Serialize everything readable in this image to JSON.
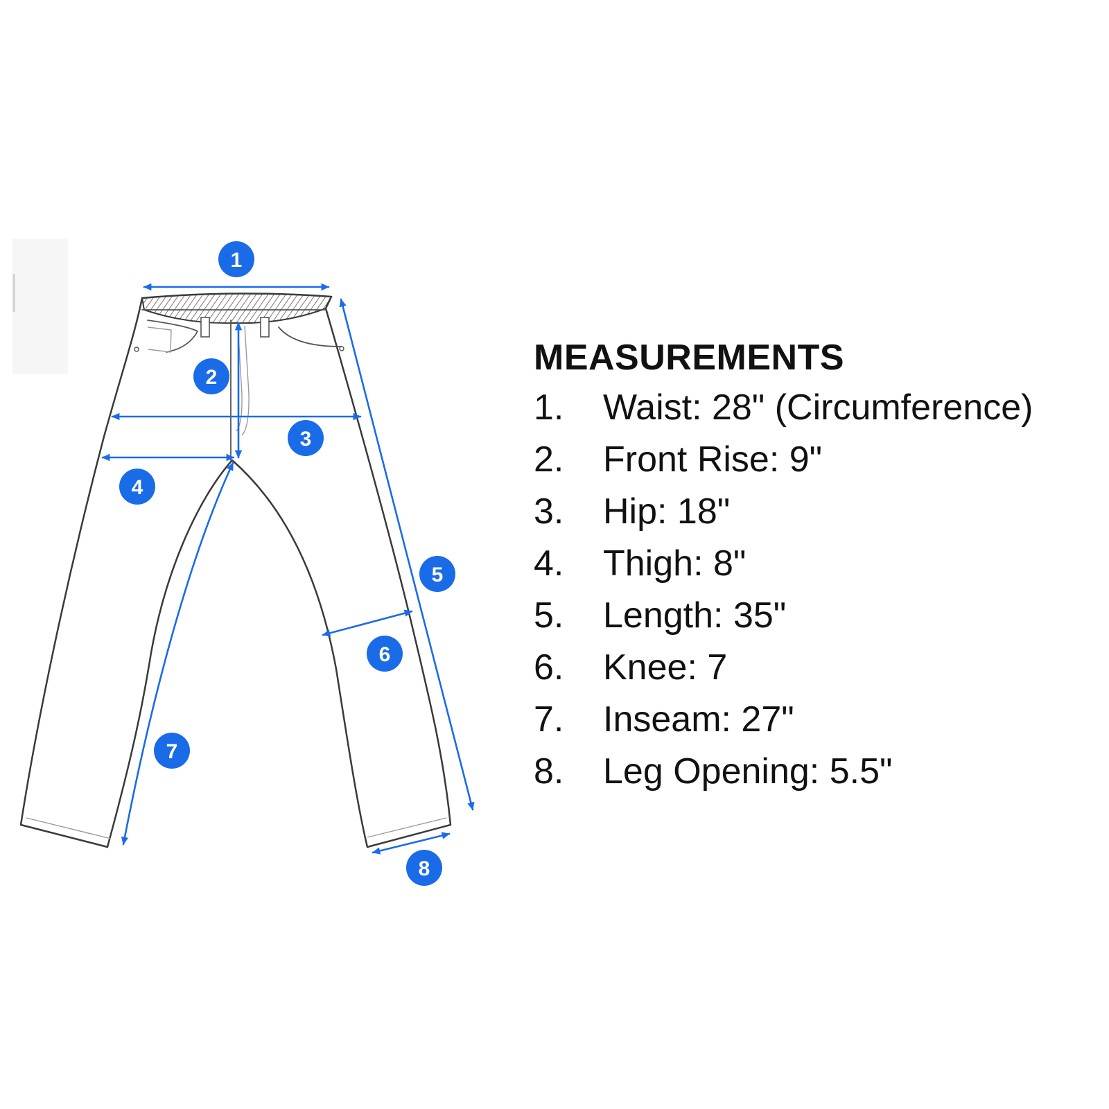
{
  "colors": {
    "accent": "#1a6be8",
    "outline": "#3a3a3a",
    "text": "#111111",
    "background": "#ffffff"
  },
  "diagram": {
    "markers": [
      "1",
      "2",
      "3",
      "4",
      "5",
      "6",
      "7",
      "8"
    ]
  },
  "measurements": {
    "heading": "MEASUREMENTS",
    "items": [
      {
        "number": "1.",
        "label": "Waist: 28\" (Circumference)"
      },
      {
        "number": "2.",
        "label": "Front Rise: 9\""
      },
      {
        "number": "3.",
        "label": "Hip: 18\""
      },
      {
        "number": "4.",
        "label": "Thigh: 8\""
      },
      {
        "number": "5.",
        "label": "Length: 35\""
      },
      {
        "number": "6.",
        "label": "Knee: 7"
      },
      {
        "number": "7.",
        "label": "Inseam: 27\""
      },
      {
        "number": "8.",
        "label": "Leg Opening: 5.5\""
      }
    ]
  }
}
